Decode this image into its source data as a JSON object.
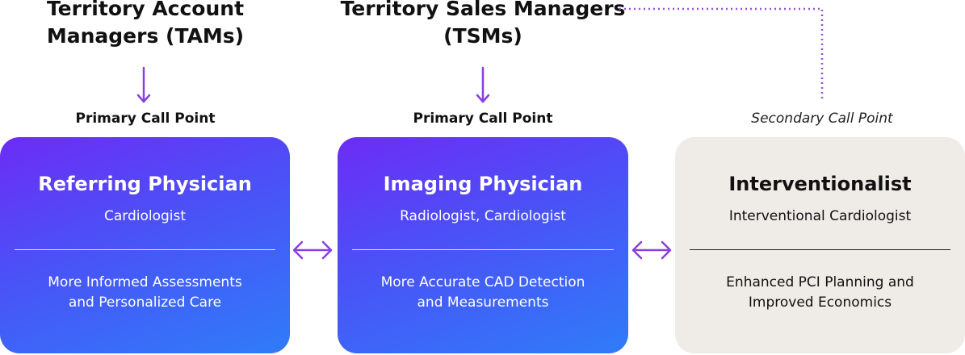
{
  "headings": {
    "tams": [
      "Territory Account",
      "Managers (TAMs)"
    ],
    "tsms": [
      "Territory Sales Managers",
      "(TSMs)"
    ]
  },
  "call_points": {
    "left": "Primary Call Point",
    "middle": "Primary Call Point",
    "right": "Secondary Call Point"
  },
  "cards": [
    {
      "title": "Referring Physician",
      "subtitle": "Cardiologist",
      "description": [
        "More Informed Assessments",
        "and Personalized Care"
      ]
    },
    {
      "title": "Imaging Physician",
      "subtitle": "Radiologist, Cardiologist",
      "description": [
        "More Accurate CAD Detection",
        "and Measurements"
      ]
    },
    {
      "title": "Interventionalist",
      "subtitle": "Interventional Cardiologist",
      "description": [
        "Enhanced PCI Planning and",
        "Improved Economics"
      ]
    }
  ],
  "colors": {
    "accent_purple": "#8a3fe0",
    "card_gradient_start": "#6d2cf5",
    "card_gradient_end": "#2f7cf8",
    "secondary_card": "#efebe7"
  }
}
